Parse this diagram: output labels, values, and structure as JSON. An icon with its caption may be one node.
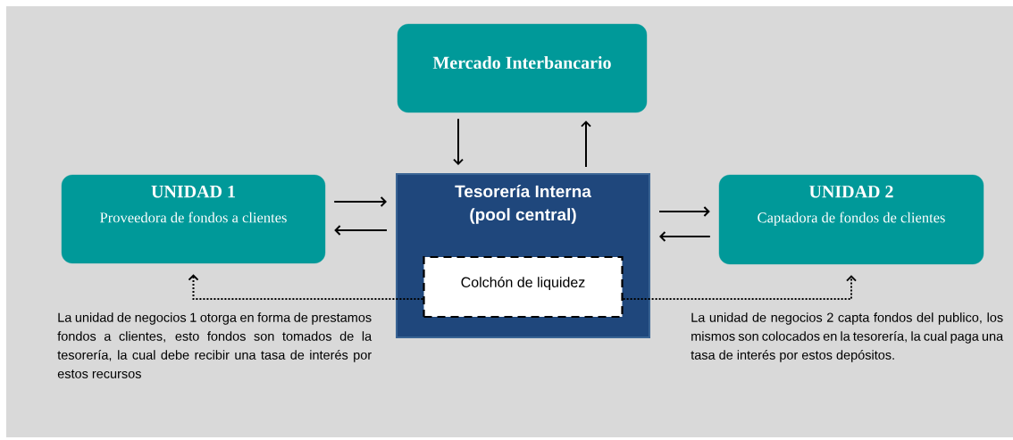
{
  "diagram": {
    "nodes": [
      {
        "text": [
          "Mercado Interbancario"
        ]
      },
      {
        "text": [
          "UNIDAD 1",
          "Proveedora de fondos a clientes"
        ]
      },
      {
        "text": [
          "Tesorería Interna (pool central)"
        ]
      },
      {
        "text": [
          "Colchón de liquidez"
        ],
        "in": 2
      },
      {
        "text": [
          "UNIDAD 2",
          "Captadora de fondos de clientes"
        ]
      }
    ],
    "edges": [
      {
        "from": 0,
        "to": 2,
        "arrow": "to"
      },
      {
        "from": 2,
        "to": 0,
        "arrow": "to"
      },
      {
        "from": 1,
        "to": 2,
        "arrow": "to"
      },
      {
        "from": 2,
        "to": 1,
        "arrow": "to"
      },
      {
        "from": 2,
        "to": 4,
        "arrow": "to"
      },
      {
        "from": 4,
        "to": 2,
        "arrow": "to"
      },
      {
        "from": 3,
        "to": 1,
        "arrow": "to",
        "style": "dashed"
      },
      {
        "from": 3,
        "to": 4,
        "arrow": "to",
        "style": "dashed"
      }
    ],
    "labels": [
      "La unidad de negocios 1 otorga en forma de prestamos fondos a clientes, esto fondos son tomados de la tesorería, la cual debe recibir una tasa de interés por estos recursos",
      "La unidad de negocios 2 capta fondos del publico, los mismos son colocados en la tesorería, la cual paga una tasa de interés por estos depósitos."
    ]
  }
}
